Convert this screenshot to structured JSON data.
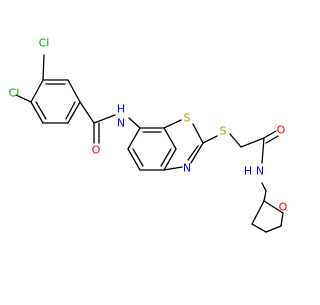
{
  "molecule": {
    "atoms": {
      "cl1": {
        "text": "Cl",
        "color": "#00aa00"
      },
      "cl2": {
        "text": "Cl",
        "color": "#00aa00"
      },
      "o_amide1": {
        "text": "O",
        "color": "#ff0000"
      },
      "nh_amide1": {
        "text": "N",
        "h": "H",
        "color": "#0000ff"
      },
      "s_ring": {
        "text": "S",
        "color": "#b3a100"
      },
      "n_ring": {
        "text": "N",
        "color": "#0000ff"
      },
      "s_thio": {
        "text": "S",
        "color": "#b3a100"
      },
      "o_amide2": {
        "text": "O",
        "color": "#ff0000"
      },
      "nh_amide2": {
        "text": "N",
        "h": "H",
        "color": "#0000ff"
      },
      "o_thf": {
        "text": "O",
        "color": "#ff0000"
      }
    },
    "bond_color": "#000000"
  }
}
